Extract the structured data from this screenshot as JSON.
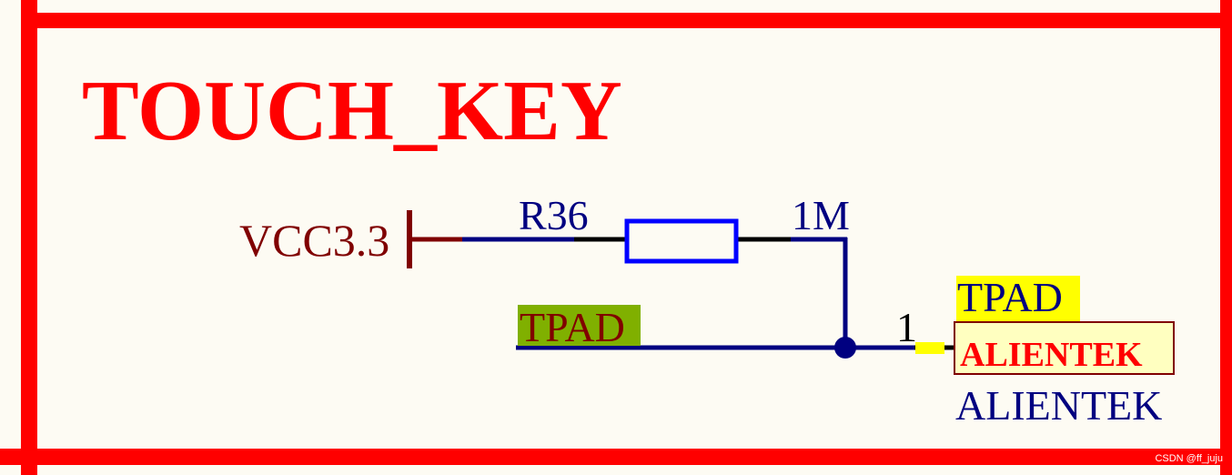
{
  "sheet": {
    "title": "TOUCH_KEY",
    "watermark": "CSDN @ff_juju"
  },
  "power_port": {
    "net": "VCC3.3"
  },
  "resistor": {
    "designator": "R36",
    "value": "1M"
  },
  "net_label": {
    "name": "TPAD"
  },
  "component": {
    "pin_number": "1",
    "designator": "TPAD",
    "body_text": "ALIENTEK",
    "comment": "ALIENTEK"
  },
  "colors": {
    "frame": "#ff0000",
    "wire": "#000080",
    "power": "#800000",
    "resistor_body": "#0000ff",
    "net_label_bg": "#80b000",
    "designator_bg": "#ffff00",
    "component_fill": "#ffffc0",
    "component_border": "#800000"
  }
}
